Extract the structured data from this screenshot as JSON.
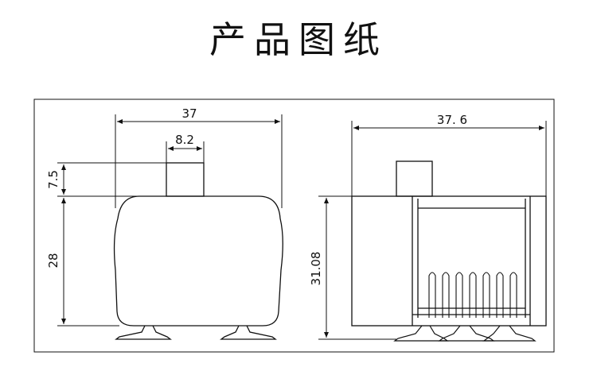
{
  "title": "产品图纸",
  "front_view": {
    "width_overall": "37",
    "nozzle_width": "8.2",
    "nozzle_height": "7.5",
    "body_height": "28"
  },
  "side_view": {
    "width_overall": "37. 6",
    "total_height": "31.08"
  },
  "colors": {
    "line": "#111111",
    "background": "#ffffff"
  }
}
